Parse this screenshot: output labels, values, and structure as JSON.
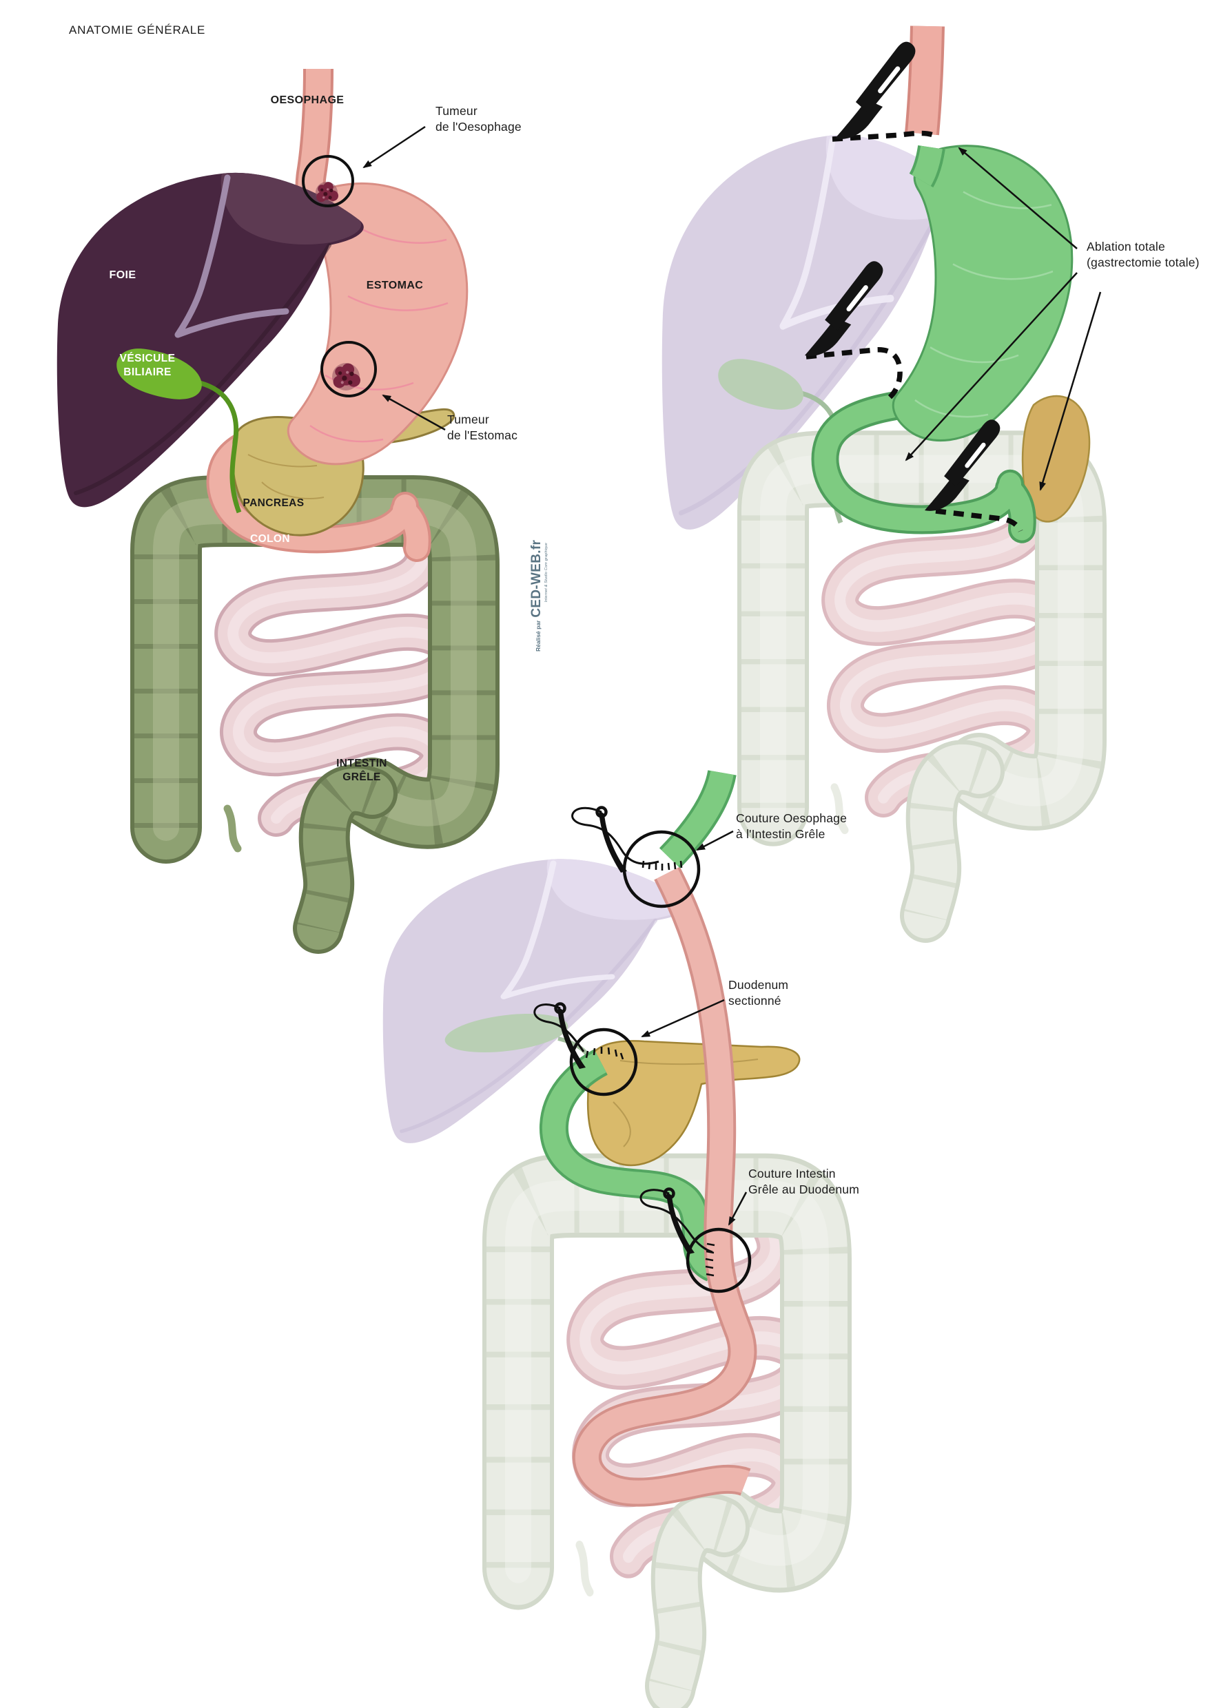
{
  "title": "ANATOMIE GÉNÉRALE",
  "watermark": {
    "prefix": "Réalisé par",
    "brand": "CED-WEB.fr",
    "tagline": "Internet & Studio Com graphique"
  },
  "anatomy": {
    "oesophage": "OESOPHAGE",
    "foie": "FOIE",
    "vesicule": "VÉSICULE\nBILIAIRE",
    "estomac": "ESTOMAC",
    "pancreas": "PANCREAS",
    "colon": "COLON",
    "intestin": "INTESTIN\nGRÊLE",
    "tumeur_oesophage": "Tumeur\nde l'Oesophage",
    "tumeur_estomac": "Tumeur\nde l'Estomac"
  },
  "ablation": {
    "label": "Ablation totale\n(gastrectomie totale)"
  },
  "reconstruction": {
    "couture_oesophage": "Couture Oesophage\nà l'Intestin Grêle",
    "duodenum_sectionne": "Duodenum\nsectionné",
    "couture_intestin": "Couture Intestin\nGrêle au Duodenum"
  },
  "palette": {
    "liver_dark": "#482640",
    "liver_light_lobe": "#5d3a52",
    "liver_faded": "#d9d0e3",
    "stomach_pink": "#eeb0a5",
    "stomach_green": "#7ecb81",
    "gallbladder_green": "#72b62e",
    "gallbladder_faded": "#b9cfb4",
    "pancreas_tan": "#d0bd72",
    "colon_olive": "#8ea172",
    "colon_faded": "#e9ece4",
    "intestine_pink": "#edd5d8",
    "tumor_maroon": "#7b2540",
    "ink": "#101010",
    "watermark_blue": "#5a7483"
  },
  "icons": {
    "scalpel": "scalpel-icon",
    "needle": "suture-needle-icon",
    "tumor": "tumor-blob",
    "arrow": "annotation-arrow",
    "cut": "dashed-cut-line",
    "suture": "suture-stitches"
  }
}
